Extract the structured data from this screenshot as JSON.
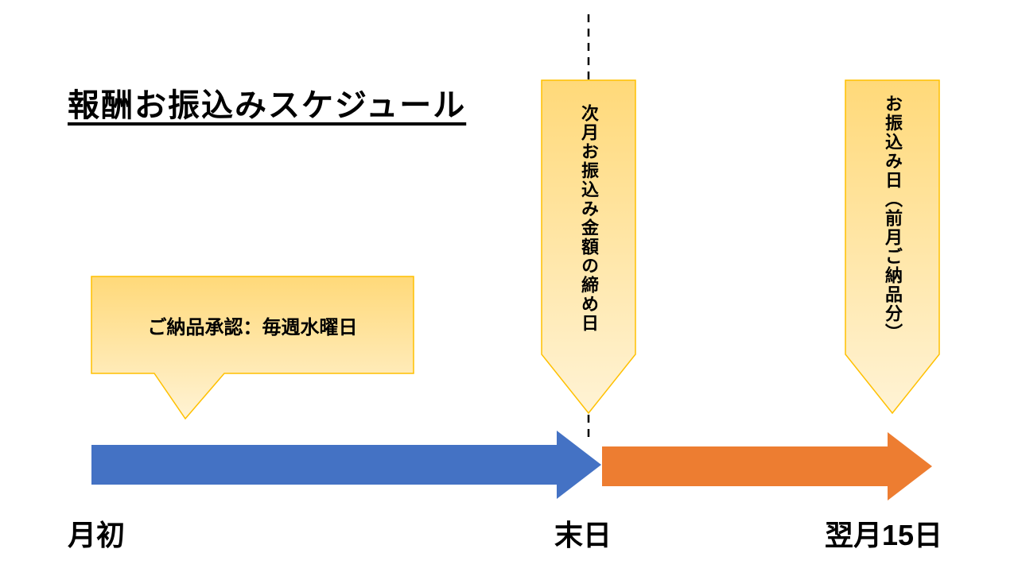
{
  "title": "報酬お振込みスケジュール",
  "callouts": {
    "approval_bubble": "ご納品承認：毎週水曜日",
    "closing_arrow": "次月お振込み金額の締め日",
    "payment_arrow": "お振込み日（前月ご納品分）"
  },
  "timeline_labels": {
    "start": "月初",
    "middle": "末日",
    "end": "翌月15日"
  },
  "colors": {
    "segment1": "#4472C4",
    "segment2": "#ED7D31",
    "callout_top": "#FFD979",
    "callout_bottom": "#FFF3D5",
    "callout_border": "#FFC000",
    "dashed_line": "#000000"
  }
}
